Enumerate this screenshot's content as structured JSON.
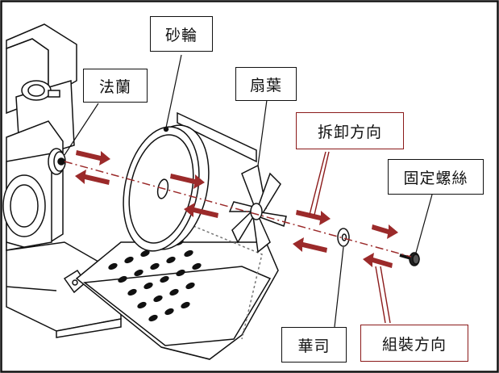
{
  "labels": {
    "grinding_wheel": "砂輪",
    "flange": "法蘭",
    "fan_blade": "扇葉",
    "disassembly_direction": "拆卸方向",
    "fixing_screw": "固定螺絲",
    "washer": "華司",
    "assembly_direction": "組裝方向"
  },
  "colors": {
    "arrow": "#9b2a2a",
    "outline": "#111111",
    "callout_border_red": "#8b1a1a",
    "background": "#ffffff"
  },
  "icons": {
    "arrow_glyph": "block-arrow"
  }
}
